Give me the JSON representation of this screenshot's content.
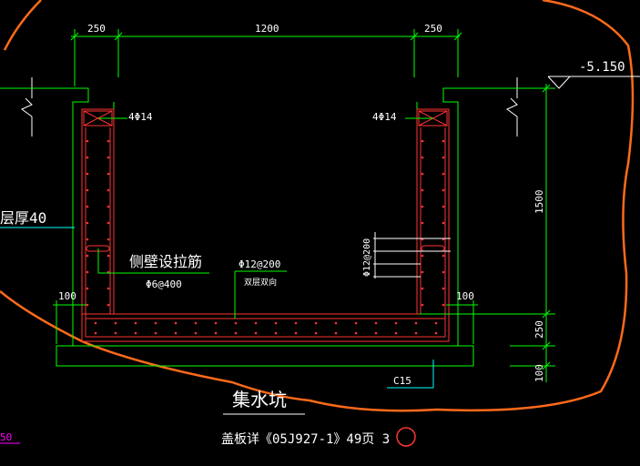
{
  "dimensions": {
    "top_left": "250",
    "top_middle": "1200",
    "top_right": "250",
    "left_offset": "100",
    "right_offset": "100",
    "right_1500": "1500",
    "right_250": "250",
    "right_100": "100"
  },
  "level": "-5.150",
  "rebar": {
    "corner_left": "4Φ14",
    "corner_right": "4Φ14",
    "vertical_label": "Φ12@200",
    "bottom_main": "Φ12@200",
    "bottom_note": "双层双向",
    "tie_label": "侧壁设拉筋",
    "tie_spec": "Φ6@400"
  },
  "wall_layer": "层厚40",
  "concrete": "C15",
  "title": "集水坑",
  "reference": "盖板详《05J927-1》49页 3",
  "edge_label": "50",
  "colors": {
    "background": "#000000",
    "dimension": "#00ff00",
    "wall": "#ff3333",
    "text": "#ffffff",
    "cloud": "#ff6a1a",
    "leader": "#00ffff",
    "magenta": "#ff00ff"
  }
}
